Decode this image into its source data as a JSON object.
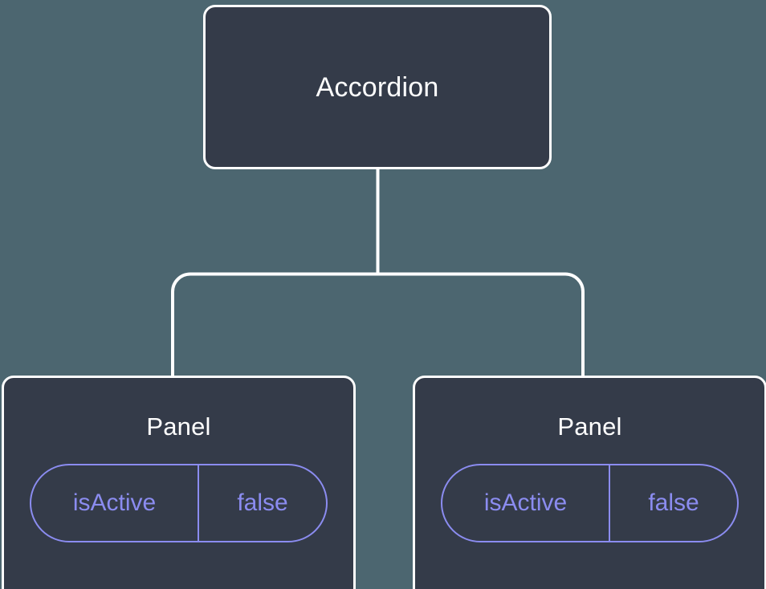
{
  "diagram": {
    "type": "component-tree",
    "background_color": "#4c6670",
    "node_fill_color": "#343b49",
    "node_border_color": "#ffffff",
    "connector_color": "#ffffff",
    "badge_color": "#8b8cf0",
    "root": {
      "title": "Accordion"
    },
    "children": [
      {
        "title": "Panel",
        "state": {
          "key": "isActive",
          "value": "false"
        }
      },
      {
        "title": "Panel",
        "state": {
          "key": "isActive",
          "value": "false"
        }
      }
    ]
  }
}
